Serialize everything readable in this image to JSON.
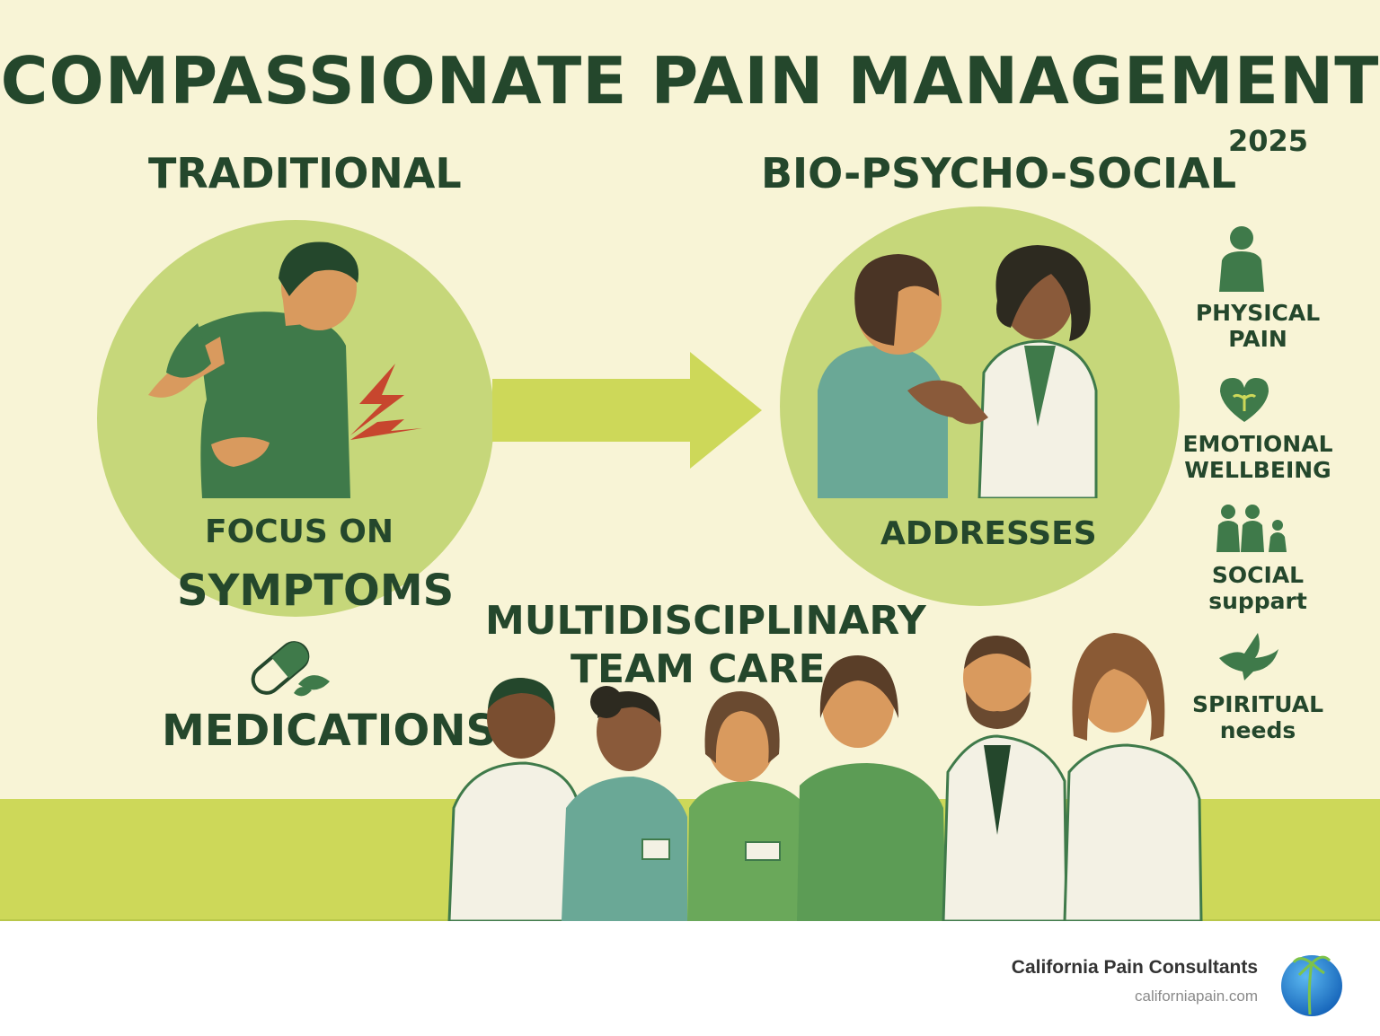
{
  "title": "COMPASSIONATE PAIN MANAGEMENT",
  "year": "2025",
  "traditional": {
    "heading": "TRADITIONAL",
    "focus_line1": "FOCUS ON",
    "focus_line2": "SYMPTOMS",
    "medications": "MEDICATIONS"
  },
  "biopsychosocial": {
    "heading": "BIO-PSYCHO-SOCIAL",
    "addresses": "ADDRESSES",
    "items": [
      {
        "line1": "PHYSICAL",
        "line2": "PAIN",
        "icon": "person-icon"
      },
      {
        "line1": "EMOTIONAL",
        "line2": "WELLBEING",
        "icon": "heart-icon"
      },
      {
        "line1": "SOCIAL",
        "line2": "suppart",
        "icon": "group-icon"
      },
      {
        "line1": "SPIRITUAL",
        "line2": "needs",
        "icon": "dove-icon"
      }
    ]
  },
  "team": {
    "line1": "MULTIDISCIPLINARY",
    "line2": "TEAM CARE"
  },
  "footer": {
    "name": "California Pain Consultants",
    "url": "californiapain.com"
  },
  "colors": {
    "background": "#f8f4d6",
    "dark_green": "#24472c",
    "medium_green": "#3f7a4a",
    "lime": "#cdd859",
    "circle": "#c6d77a"
  }
}
